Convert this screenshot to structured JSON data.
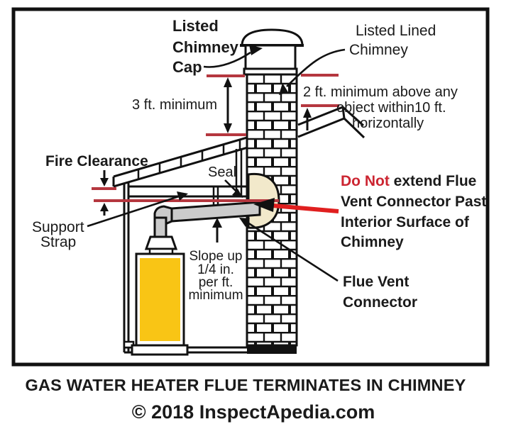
{
  "diagram": {
    "labels": {
      "listed_chimney_cap": [
        "Listed",
        "Chimney",
        "Cap"
      ],
      "listed_lined_chimney": [
        "Listed Lined",
        "Chimney"
      ],
      "three_ft_minimum": "3 ft. minimum",
      "two_ft_minimum": [
        "2 ft. minimum above any",
        "object within10 ft.",
        "horizontally"
      ],
      "fire_clearance": "Fire Clearance",
      "seal": "Seal",
      "support_strap": [
        "Support",
        "Strap"
      ],
      "do_not_warning": {
        "emphasis": "Do Not",
        "line1_rest": " extend Flue",
        "line2": "Vent Connector Past",
        "line3": "Interior Surface of",
        "line4": "Chimney"
      },
      "flue_vent_connector": [
        "Flue Vent",
        "Connector"
      ],
      "slope_up": [
        "Slope up",
        "1/4 in.",
        "per ft.",
        "minimum"
      ]
    },
    "colors": {
      "measure_red": "#b5373f",
      "arrow_red": "#e01f1f",
      "do_not_red": "#cc2531",
      "copyright_red": "#e04545",
      "heater_yellow": "#f9c515",
      "seal_cream": "#f2e9cb",
      "pipe_gray": "#cbcbcb",
      "ink_black": "#111111"
    }
  },
  "footer": {
    "title": "GAS WATER HEATER FLUE TERMINATES IN CHIMNEY",
    "copyright": "© 2018 InspectApedia.com"
  }
}
